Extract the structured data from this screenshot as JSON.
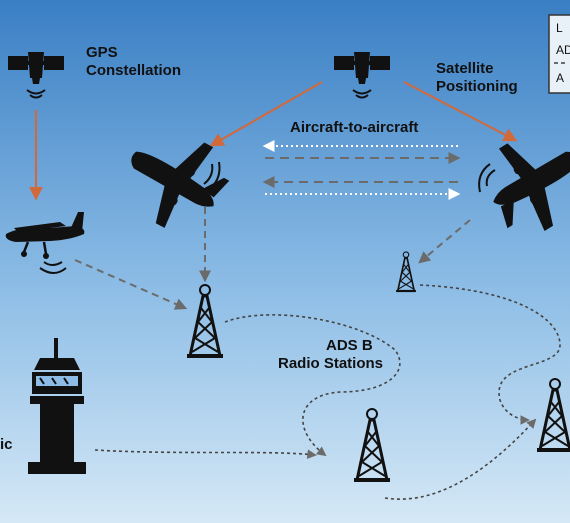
{
  "labels": {
    "gps_line1": "GPS",
    "gps_line2": "Constellation",
    "sat_line1": "Satellite",
    "sat_line2": "Positioning",
    "a2a": "Aircraft-to-aircraft",
    "adsb_line1": "ADS B",
    "adsb_line2": "Radio Stations",
    "atc_partial": "ic"
  },
  "legend_fragments": [
    "L",
    "AD",
    "A"
  ],
  "colors": {
    "sky_top": "#3a7fc4",
    "sky_bottom": "#d5e8f6",
    "orange_link": "#d2693b",
    "gray_link": "#6b6b6b",
    "white_link": "#ffffff",
    "icon": "#111111"
  }
}
